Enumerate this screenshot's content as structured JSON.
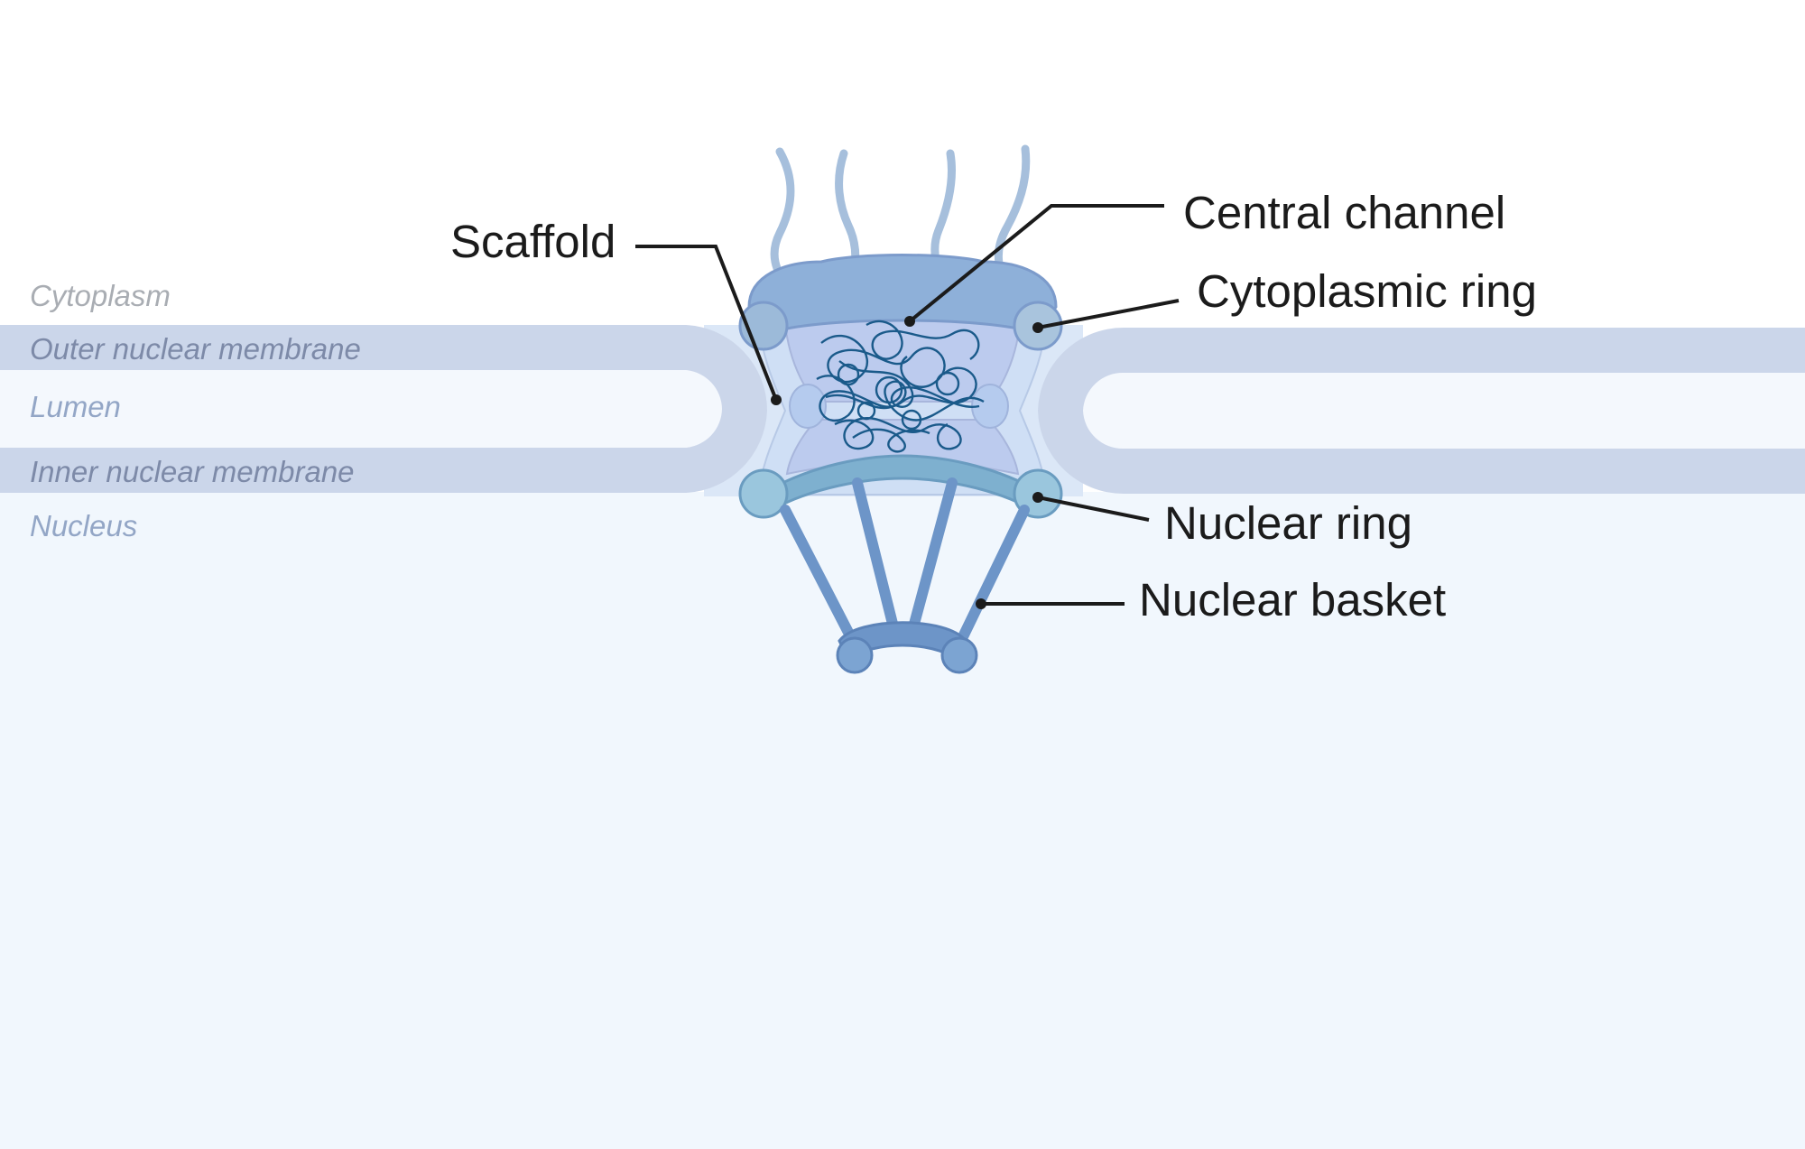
{
  "regions": {
    "cytoplasm": "Cytoplasm",
    "outer_membrane": "Outer nuclear membrane",
    "lumen": "Lumen",
    "inner_membrane": "Inner nuclear membrane",
    "nucleus": "Nucleus"
  },
  "callouts": {
    "scaffold": "Scaffold",
    "central_channel": "Central channel",
    "cytoplasmic_ring": "Cytoplasmic ring",
    "nuclear_ring": "Nuclear ring",
    "nuclear_basket": "Nuclear basket"
  },
  "colors": {
    "cytoplasm_label": "#a9adb3",
    "membrane_label": "#7d8aa8",
    "nucleus_label": "#93a6c6",
    "membrane": "#cbd6ea",
    "lumen": "#f4f8fd",
    "nucleus": "#f1f7fd",
    "ring": "#8eb0d9",
    "nuclear_ring": "#7eb0cf",
    "basket": "#6d95c8",
    "fg_nups": "#a6bfdc",
    "central_channel": "#1a5a8a",
    "leader": "#1b1b1b"
  }
}
